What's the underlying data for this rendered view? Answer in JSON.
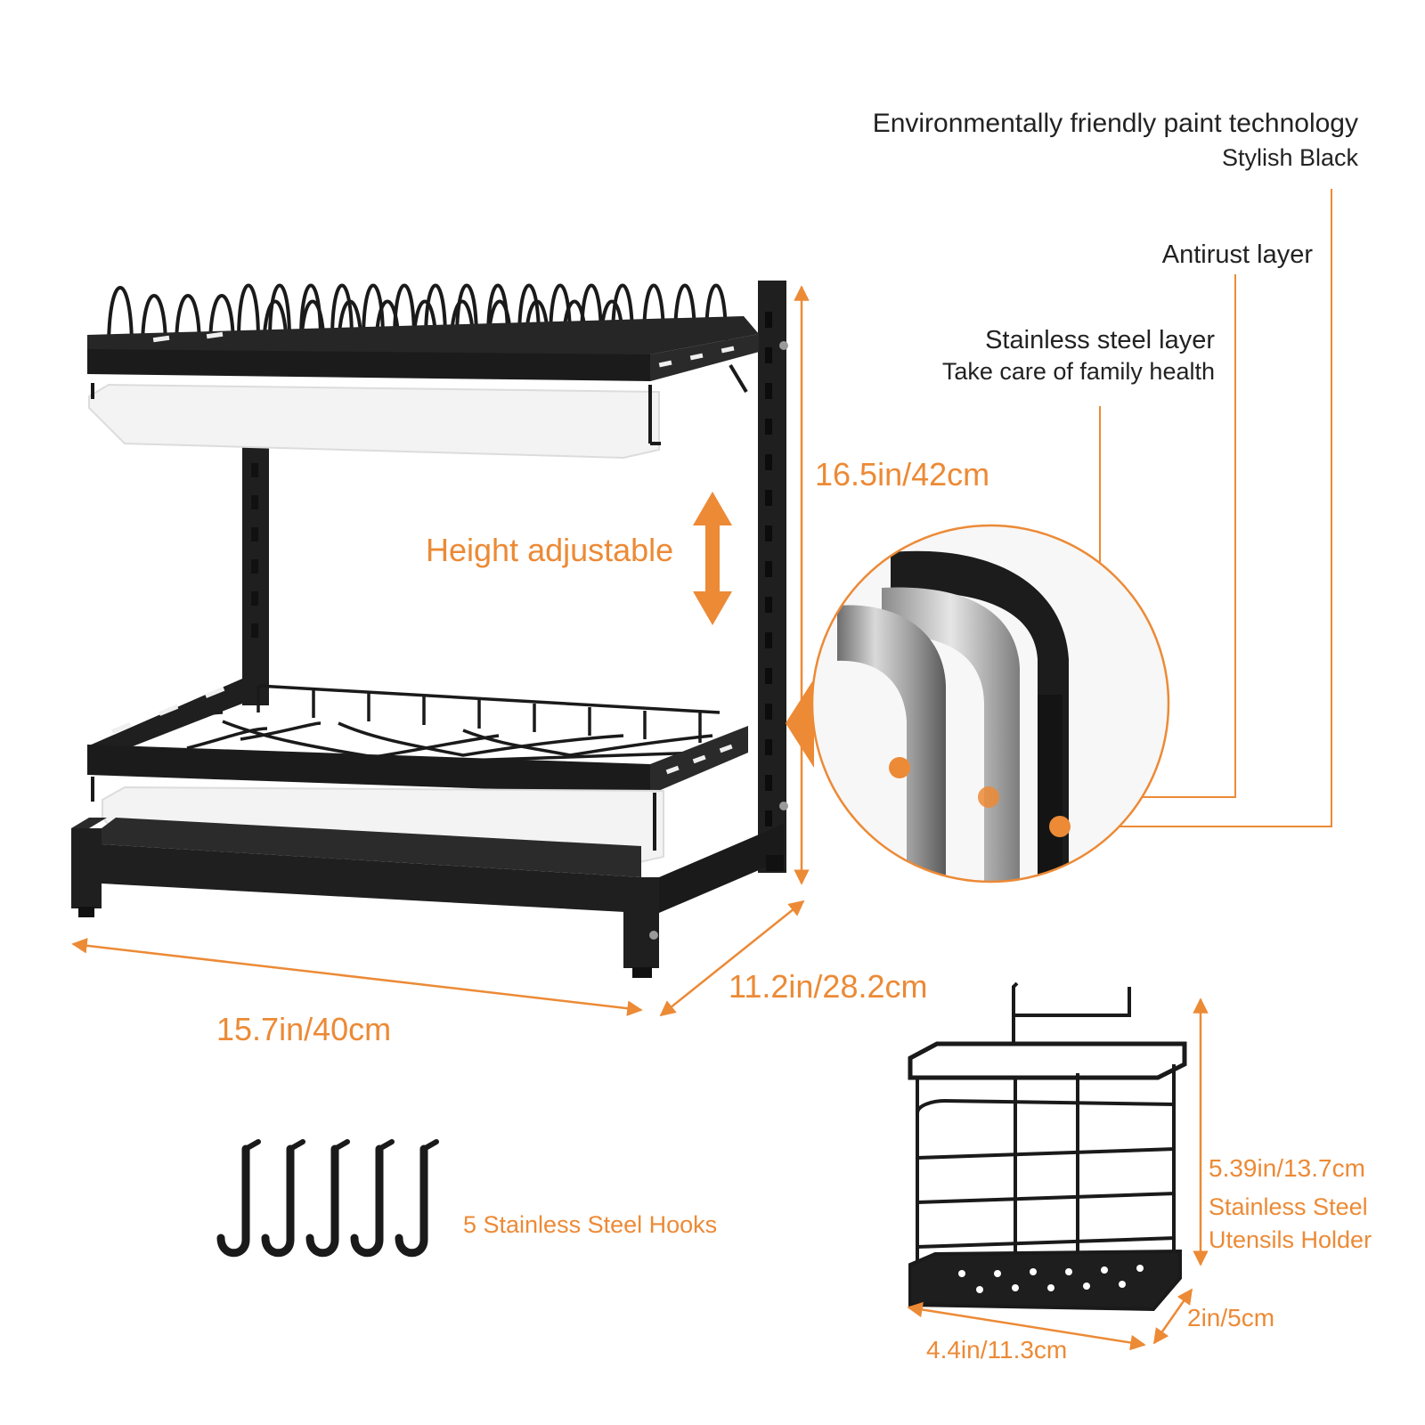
{
  "colors": {
    "accent": "#ec8a36",
    "frame": "#222222",
    "tray": "#f3f3f3",
    "steel": "#a9a9a9",
    "text": "#222222"
  },
  "callouts": {
    "paint_title": "Environmentally friendly paint technology",
    "paint_sub": "Stylish Black",
    "antirust": "Antirust layer",
    "steel_title": "Stainless steel layer",
    "steel_sub": "Take care of family health"
  },
  "dimensions": {
    "height": "16.5in/42cm",
    "width": "15.7in/40cm",
    "depth": "11.2in/28.2cm",
    "adjustable": "Height adjustable"
  },
  "accessories": {
    "hooks_label": "5 Stainless Steel Hooks",
    "hook_icon": "hook-icon",
    "holder_height": "5.39in/13.7cm",
    "holder_name_1": "Stainless Steel",
    "holder_name_2": "Utensils Holder",
    "holder_depth": "2in/5cm",
    "holder_width": "4.4in/11.3cm"
  }
}
